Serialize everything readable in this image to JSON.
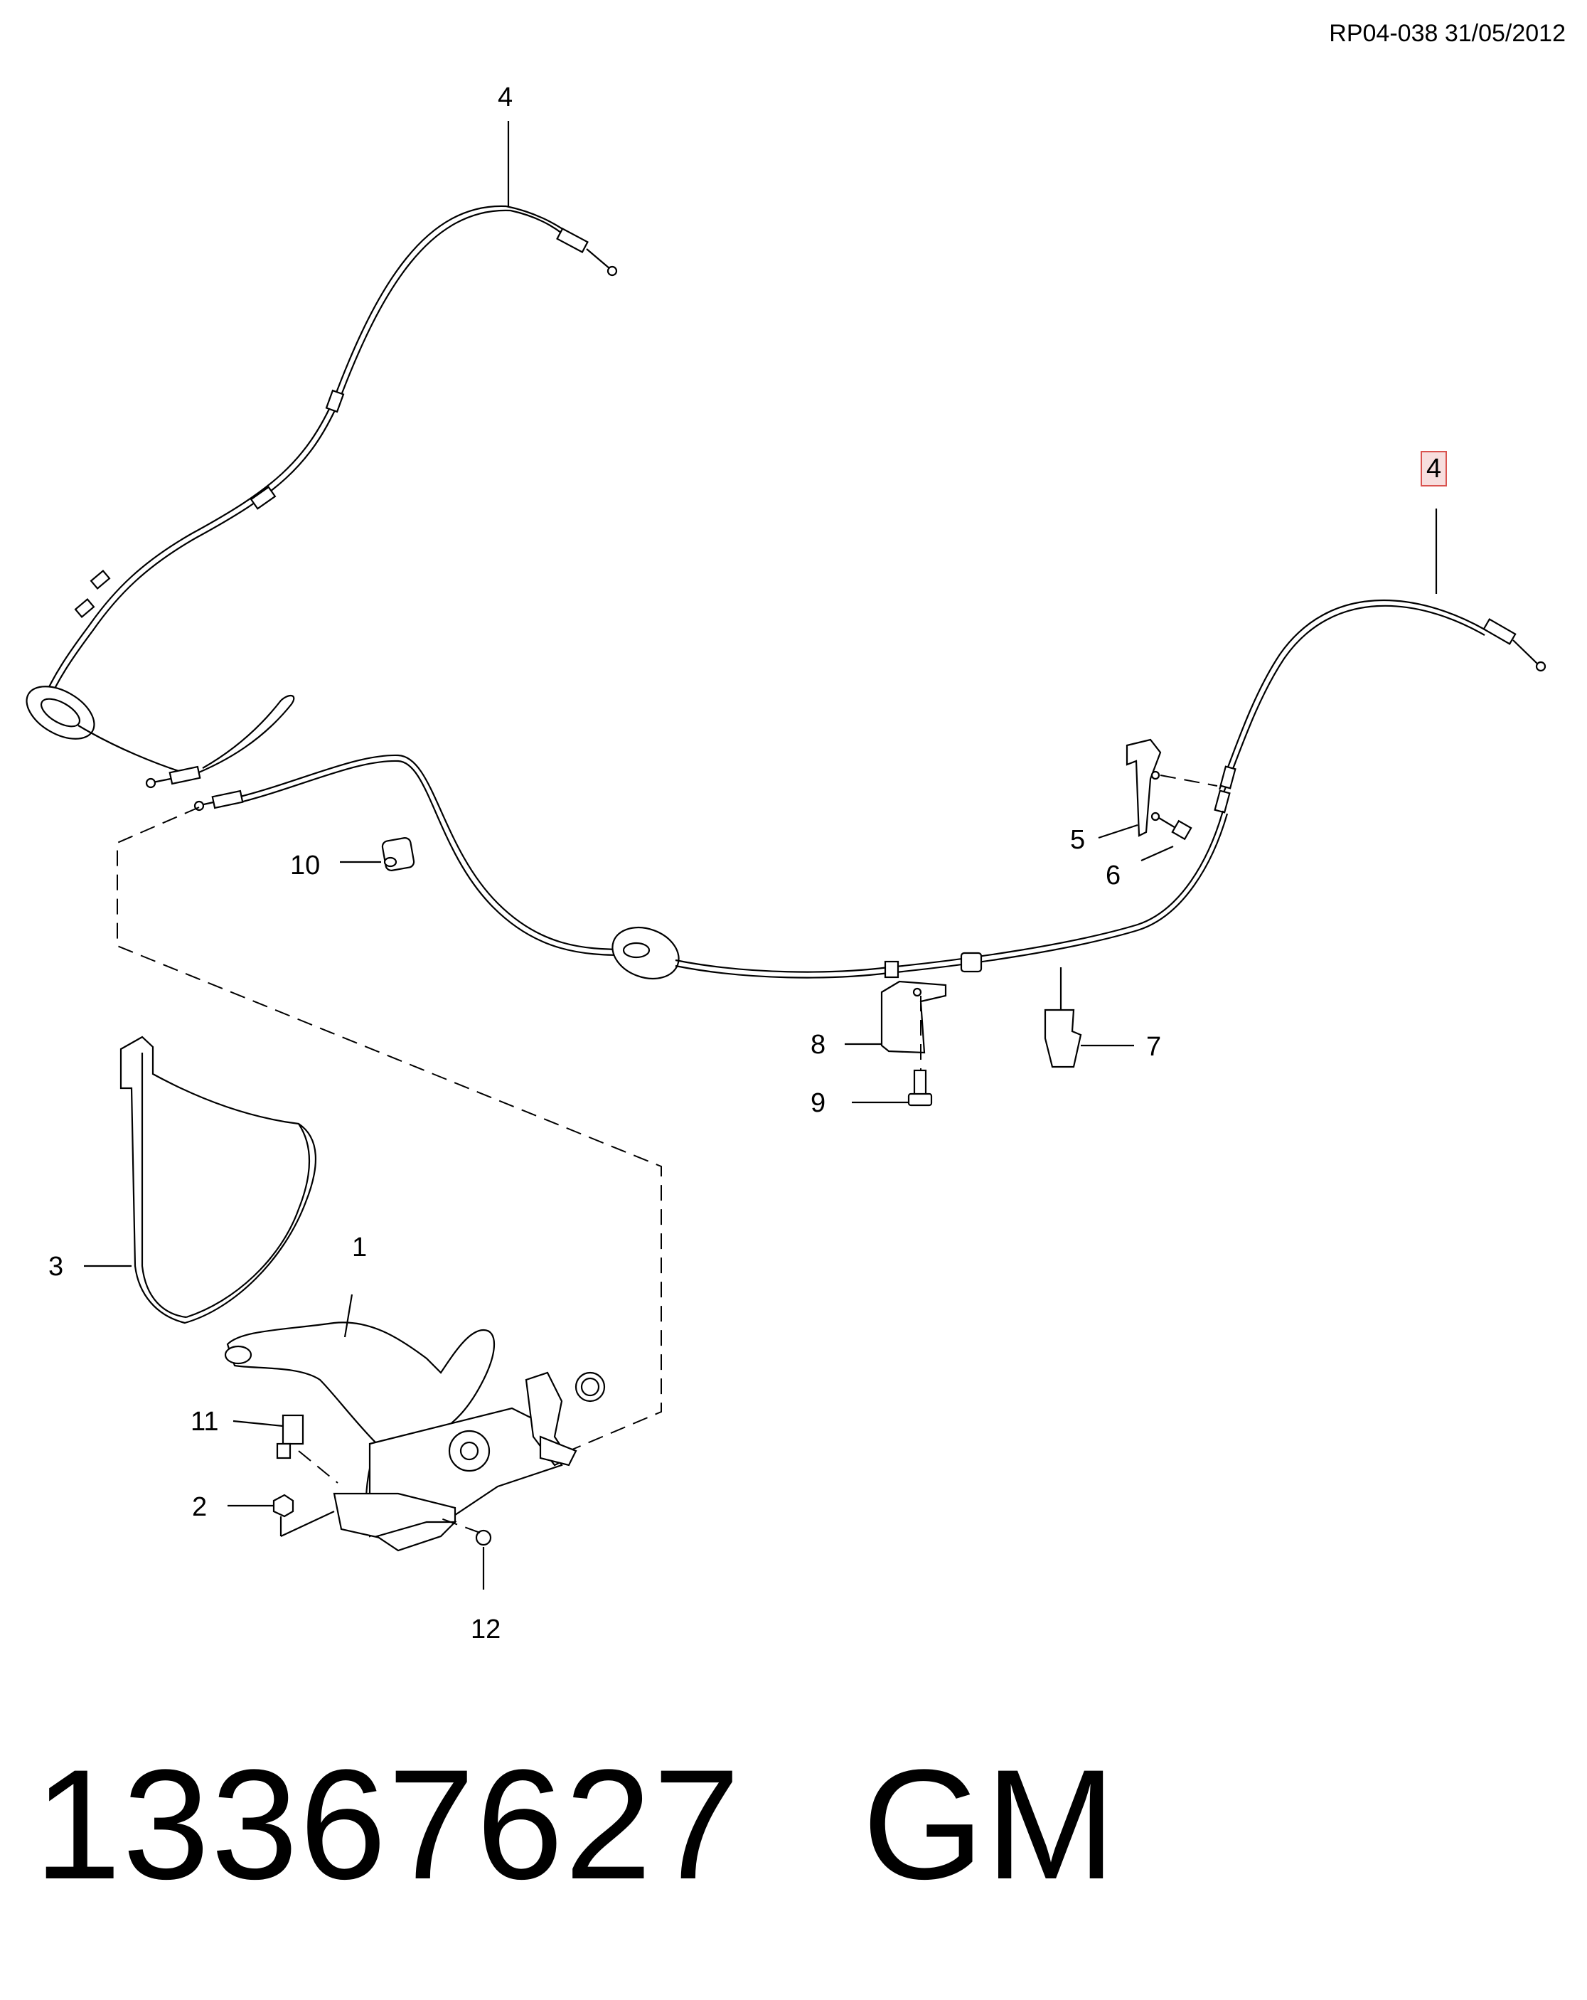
{
  "diagram": {
    "reference_code": "RP04-038 31/05/2012",
    "callouts": {
      "c1": "1",
      "c2": "2",
      "c3": "3",
      "c4_left": "4",
      "c4_right": "4",
      "c5": "5",
      "c6": "6",
      "c7": "7",
      "c8": "8",
      "c9": "9",
      "c10": "10",
      "c11": "11",
      "c12": "12"
    },
    "highlighted_callout": "4",
    "highlight_color": "#d9534f"
  },
  "footer": {
    "part_number": "13367627",
    "brand": "GM"
  }
}
